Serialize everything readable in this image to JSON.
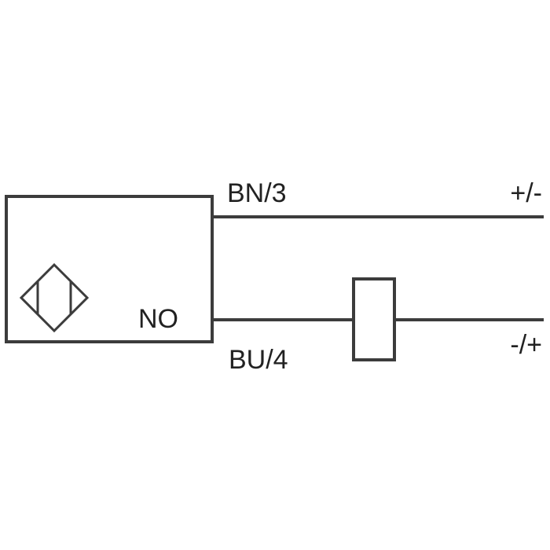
{
  "diagram": {
    "sensor_output_label": "NO",
    "top_wire": {
      "label": "BN/3",
      "polarity": "+/-"
    },
    "bottom_wire": {
      "label": "BU/4",
      "polarity": "-/+"
    },
    "icons": {
      "sensor_symbol": "inductive-sensor-symbol",
      "load": "load-resistor"
    },
    "colors": {
      "line": "#3c3c3c",
      "text": "#222222",
      "background": "#ffffff"
    }
  }
}
